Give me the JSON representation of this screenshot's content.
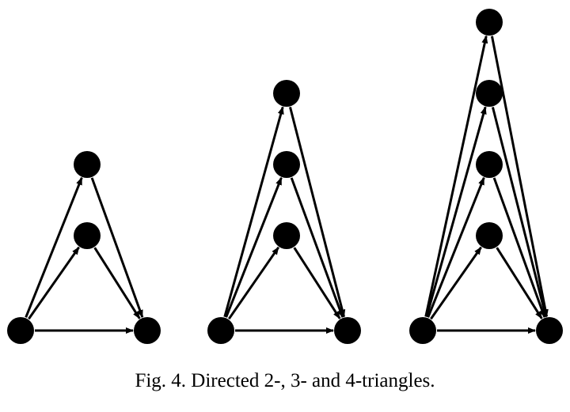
{
  "caption": "Fig. 4.  Directed 2-, 3- and 4-triangles.",
  "colors": {
    "ink": "#000000",
    "background": "#ffffff"
  },
  "figure": {
    "diagrams": [
      {
        "name": "directed-2-triangle",
        "k": 2
      },
      {
        "name": "directed-3-triangle",
        "k": 3
      },
      {
        "name": "directed-4-triangle",
        "k": 4
      }
    ]
  }
}
